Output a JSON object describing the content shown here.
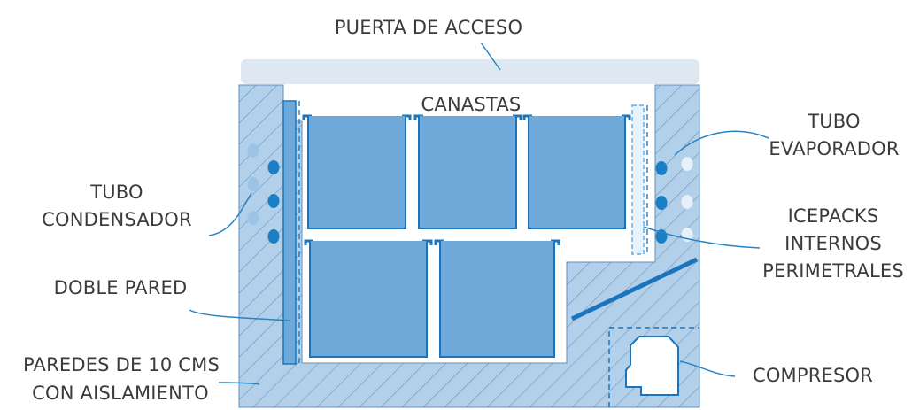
{
  "labels": {
    "door": "PUERTA DE ACCESO",
    "baskets": "CANASTAS",
    "evaporator_line1": "TUBO",
    "evaporator_line2": "EVAPORADOR",
    "condenser_line1": "TUBO",
    "condenser_line2": "CONDENSADOR",
    "icepacks_line1": "ICEPACKS",
    "icepacks_line2": "INTERNOS",
    "icepacks_line3": "PERIMETRALES",
    "double_wall": "DOBLE PARED",
    "walls_line1": "PAREDES DE 10 CMS",
    "walls_line2": "CON AISLAMIENTO",
    "compressor": "COMPRESOR"
  },
  "colors": {
    "insulation_fill": "#b3d0ea",
    "insulation_hatch": "#5f8fbc",
    "basket_fill": "#6ea9da",
    "basket_stroke": "#1a75bd",
    "tube_dark": "#1a7fc4",
    "tube_light": "#9cc4e6",
    "tube_pale": "#e6f1fa",
    "leader_line": "#2a84c4",
    "door": "#dde8f3",
    "text": "#3b3b3b"
  }
}
